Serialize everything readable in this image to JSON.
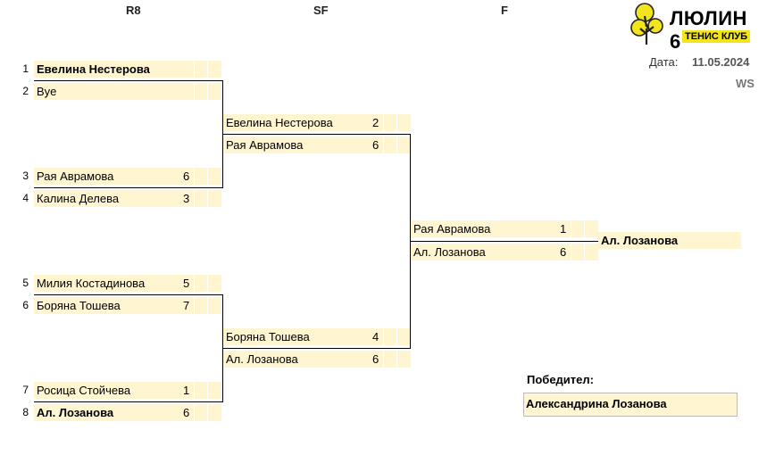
{
  "rounds": {
    "r8": "R8",
    "sf": "SF",
    "f": "F"
  },
  "logo": {
    "title": "ЛЮЛИН 6",
    "subtitle": "ТЕНИС КЛУБ"
  },
  "meta": {
    "date_label": "Дата:",
    "date_value": "11.05.2024",
    "event_code": "WS"
  },
  "r8": [
    {
      "seed": "1",
      "name": "Евелина Нестерова",
      "score": ""
    },
    {
      "seed": "2",
      "name": "Bye",
      "score": ""
    },
    {
      "seed": "3",
      "name": "Рая Аврамова",
      "score": "6"
    },
    {
      "seed": "4",
      "name": "Калина Делева",
      "score": "3"
    },
    {
      "seed": "5",
      "name": "Милия Костадинова",
      "score": "5"
    },
    {
      "seed": "6",
      "name": "Боряна Тошева",
      "score": "7"
    },
    {
      "seed": "7",
      "name": "Росица Стойчева",
      "score": "1"
    },
    {
      "seed": "8",
      "name": "Ал.  Лозанова",
      "score": "6"
    }
  ],
  "sf": [
    {
      "name": "Евелина Нестерова",
      "score": "2"
    },
    {
      "name": "Рая Аврамова",
      "score": "6"
    },
    {
      "name": "Боряна Тошева",
      "score": "4"
    },
    {
      "name": "Ал.  Лозанова",
      "score": "6"
    }
  ],
  "final": [
    {
      "name": "Рая Аврамова",
      "score": "1"
    },
    {
      "name": "Ал.  Лозанова",
      "score": "6"
    }
  ],
  "champion": "Ал.  Лозанова",
  "winner": {
    "label": "Победител:",
    "name": "Александрина Лозанова"
  }
}
